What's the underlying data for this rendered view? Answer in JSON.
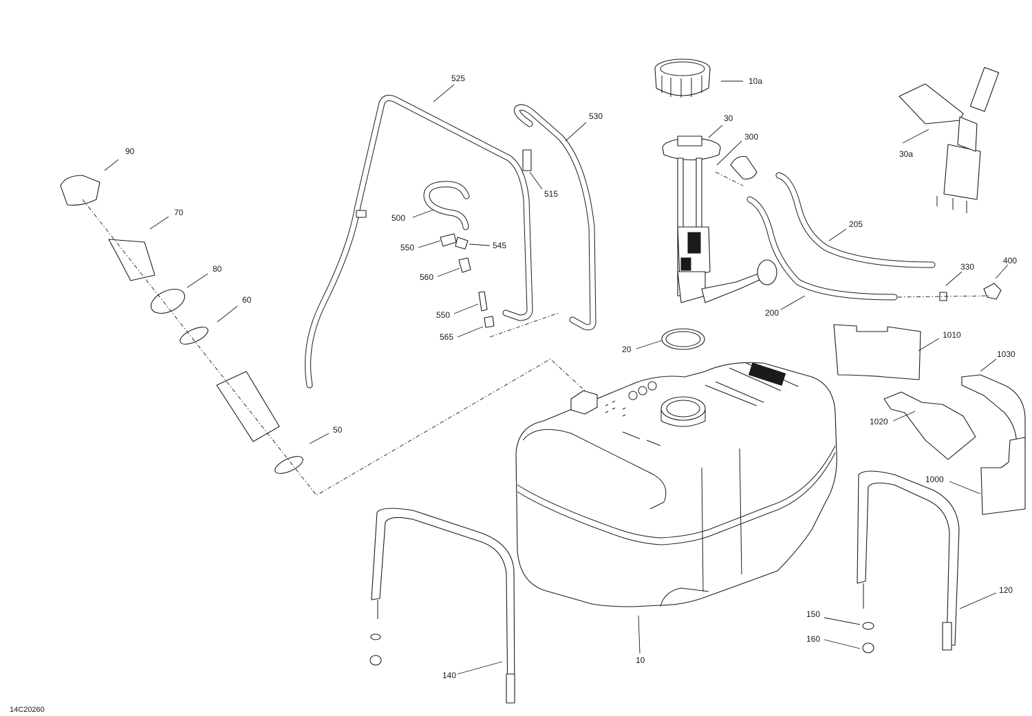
{
  "figure_ref": "14C20260",
  "callouts": [
    {
      "id": "c-10a",
      "text": "10a"
    },
    {
      "id": "c-30",
      "text": "30"
    },
    {
      "id": "c-300",
      "text": "300"
    },
    {
      "id": "c-30a",
      "text": "30a"
    },
    {
      "id": "c-525",
      "text": "525"
    },
    {
      "id": "c-530",
      "text": "530"
    },
    {
      "id": "c-515",
      "text": "515"
    },
    {
      "id": "c-500",
      "text": "500"
    },
    {
      "id": "c-545",
      "text": "545"
    },
    {
      "id": "c-550a",
      "text": "550"
    },
    {
      "id": "c-560",
      "text": "560"
    },
    {
      "id": "c-550b",
      "text": "550"
    },
    {
      "id": "c-565",
      "text": "565"
    },
    {
      "id": "c-90",
      "text": "90"
    },
    {
      "id": "c-70",
      "text": "70"
    },
    {
      "id": "c-80",
      "text": "80"
    },
    {
      "id": "c-60",
      "text": "60"
    },
    {
      "id": "c-50",
      "text": "50"
    },
    {
      "id": "c-205",
      "text": "205"
    },
    {
      "id": "c-330",
      "text": "330"
    },
    {
      "id": "c-400",
      "text": "400"
    },
    {
      "id": "c-200",
      "text": "200"
    },
    {
      "id": "c-20",
      "text": "20"
    },
    {
      "id": "c-1010",
      "text": "1010"
    },
    {
      "id": "c-1030",
      "text": "1030"
    },
    {
      "id": "c-1020",
      "text": "1020"
    },
    {
      "id": "c-1000",
      "text": "1000"
    },
    {
      "id": "c-120",
      "text": "120"
    },
    {
      "id": "c-150",
      "text": "150"
    },
    {
      "id": "c-160",
      "text": "160"
    },
    {
      "id": "c-140",
      "text": "140"
    },
    {
      "id": "c-10",
      "text": "10"
    }
  ]
}
